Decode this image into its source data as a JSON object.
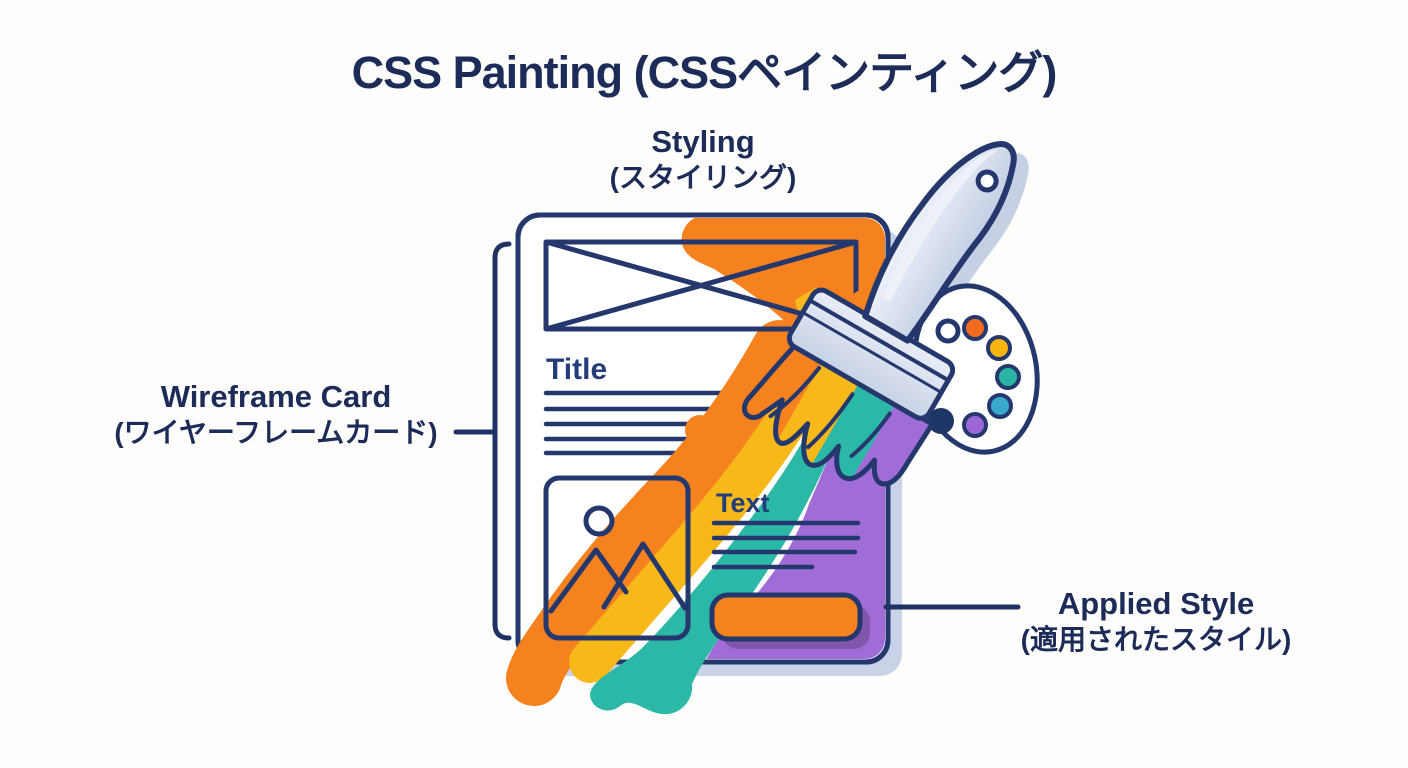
{
  "title": "CSS Painting (CSSペインティング)",
  "labels": {
    "styling": {
      "en": "Styling",
      "jp": "(スタイリング)"
    },
    "wireframe_card": {
      "en": "Wireframe Card",
      "jp": "(ワイヤーフレームカード)"
    },
    "applied_style": {
      "en": "Applied Style",
      "jp": "(適用されたスタイル)"
    }
  },
  "card": {
    "title_label": "Title",
    "text_label": "Text"
  },
  "colors": {
    "ink": "#24386e",
    "label_text": "#1c2b58",
    "orange": "#f5811f",
    "yellow": "#f7b81a",
    "teal": "#2cb8a6",
    "purple": "#a06cd8",
    "button_orange": "#f5841f",
    "button_shadow": "#8157ab",
    "card_shadow": "#c9d2e6",
    "handle_light": "#eef2f9",
    "handle_base": "#ccd6ea",
    "ferrule": "#d7deec"
  },
  "palette": {
    "dot_colors": [
      "#f26a1e",
      "#f6b40e",
      "#2ab5a3",
      "#36a9cc",
      "#9d66d6",
      "#1d3567"
    ]
  }
}
